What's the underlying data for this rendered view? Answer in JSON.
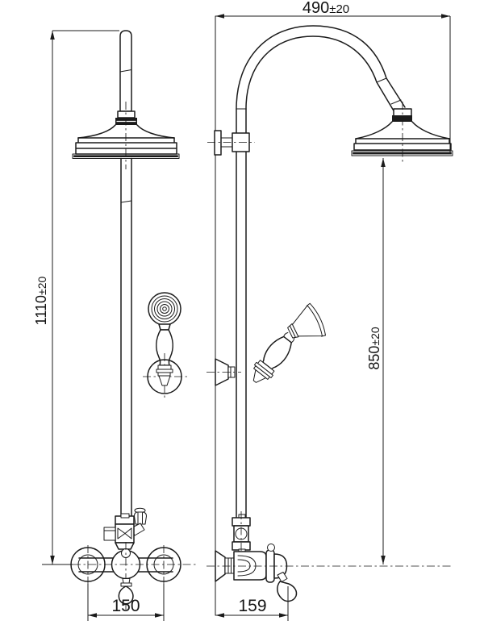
{
  "drawing": {
    "background": "#ffffff",
    "line_color": "#1b1b1b",
    "dimensions": {
      "top_width": {
        "value": "490",
        "tolerance": "±20"
      },
      "total_height": {
        "value": "1110",
        "tolerance": "±20"
      },
      "overhead_height": {
        "value": "850",
        "tolerance": "±20"
      },
      "valve_center_spacing": {
        "value": "150"
      },
      "wall_projection": {
        "value": "159"
      }
    }
  }
}
